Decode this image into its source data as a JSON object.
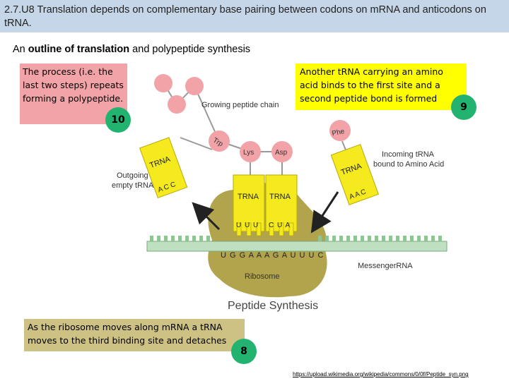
{
  "header": {
    "title": "2.7.U8 Translation depends on complementary base pairing between codons on mRNA and anticodons on tRNA."
  },
  "subtitle": {
    "bold": "outline of translation",
    "prefix": "An ",
    "suffix": " and polypeptide synthesis"
  },
  "callouts": {
    "pink": "The process (i.e. the last two steps) repeats forming a polypeptide.",
    "yellow": "Another tRNA carrying an amino acid binds to the first site and a second peptide bond is formed",
    "olive": "As the ribosome moves along mRNA a tRNA moves to the third binding site and detaches"
  },
  "badges": {
    "pink": "10",
    "yellow": "9",
    "olive": "8"
  },
  "diagram": {
    "growing_chain": "Growing peptide chain",
    "amino_acids": [
      "Trp",
      "Lys",
      "Asp",
      "Phe"
    ],
    "trna_label": "TRNA",
    "outgoing": [
      "Outgoing",
      "empty tRNA"
    ],
    "incoming": [
      "Incoming  tRNA",
      "bound to Amino Acid"
    ],
    "outgoing_anticodon": "A C C",
    "incoming_anticodon": "A A C",
    "anticodon_left": "U U U",
    "anticodon_right": "C U A",
    "mrna_codons": "U G G A A A G A U U U C",
    "mrna_label": "MessengerRNA",
    "ribosome": "Ribosome",
    "caption": "Peptide Synthesis",
    "colors": {
      "trna": "#f4ea1e",
      "amino": "#f2a3a8",
      "ribosome": "#a89a3a",
      "mrna": "#bfe0c0"
    }
  },
  "source_url": "https://upload.wikimedia.org/wikipedia/commons/0/0f/Peptide_syn.png"
}
